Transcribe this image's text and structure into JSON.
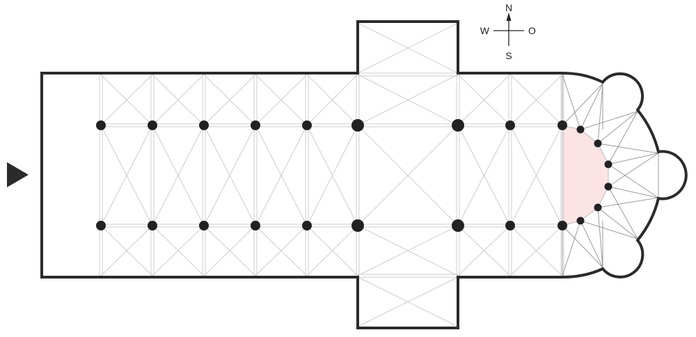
{
  "compass": {
    "north": "N",
    "south": "S",
    "west": "W",
    "east": "O"
  },
  "colors": {
    "wall": "#2b2b2b",
    "vault_line": "#c8c8c8",
    "apse_line": "#999999",
    "column": "#222222",
    "apse_highlight": "#fde4e4",
    "background": "#ffffff"
  },
  "icons": {
    "entrance": "entrance-arrow-icon",
    "compass": "compass-rose-icon"
  }
}
